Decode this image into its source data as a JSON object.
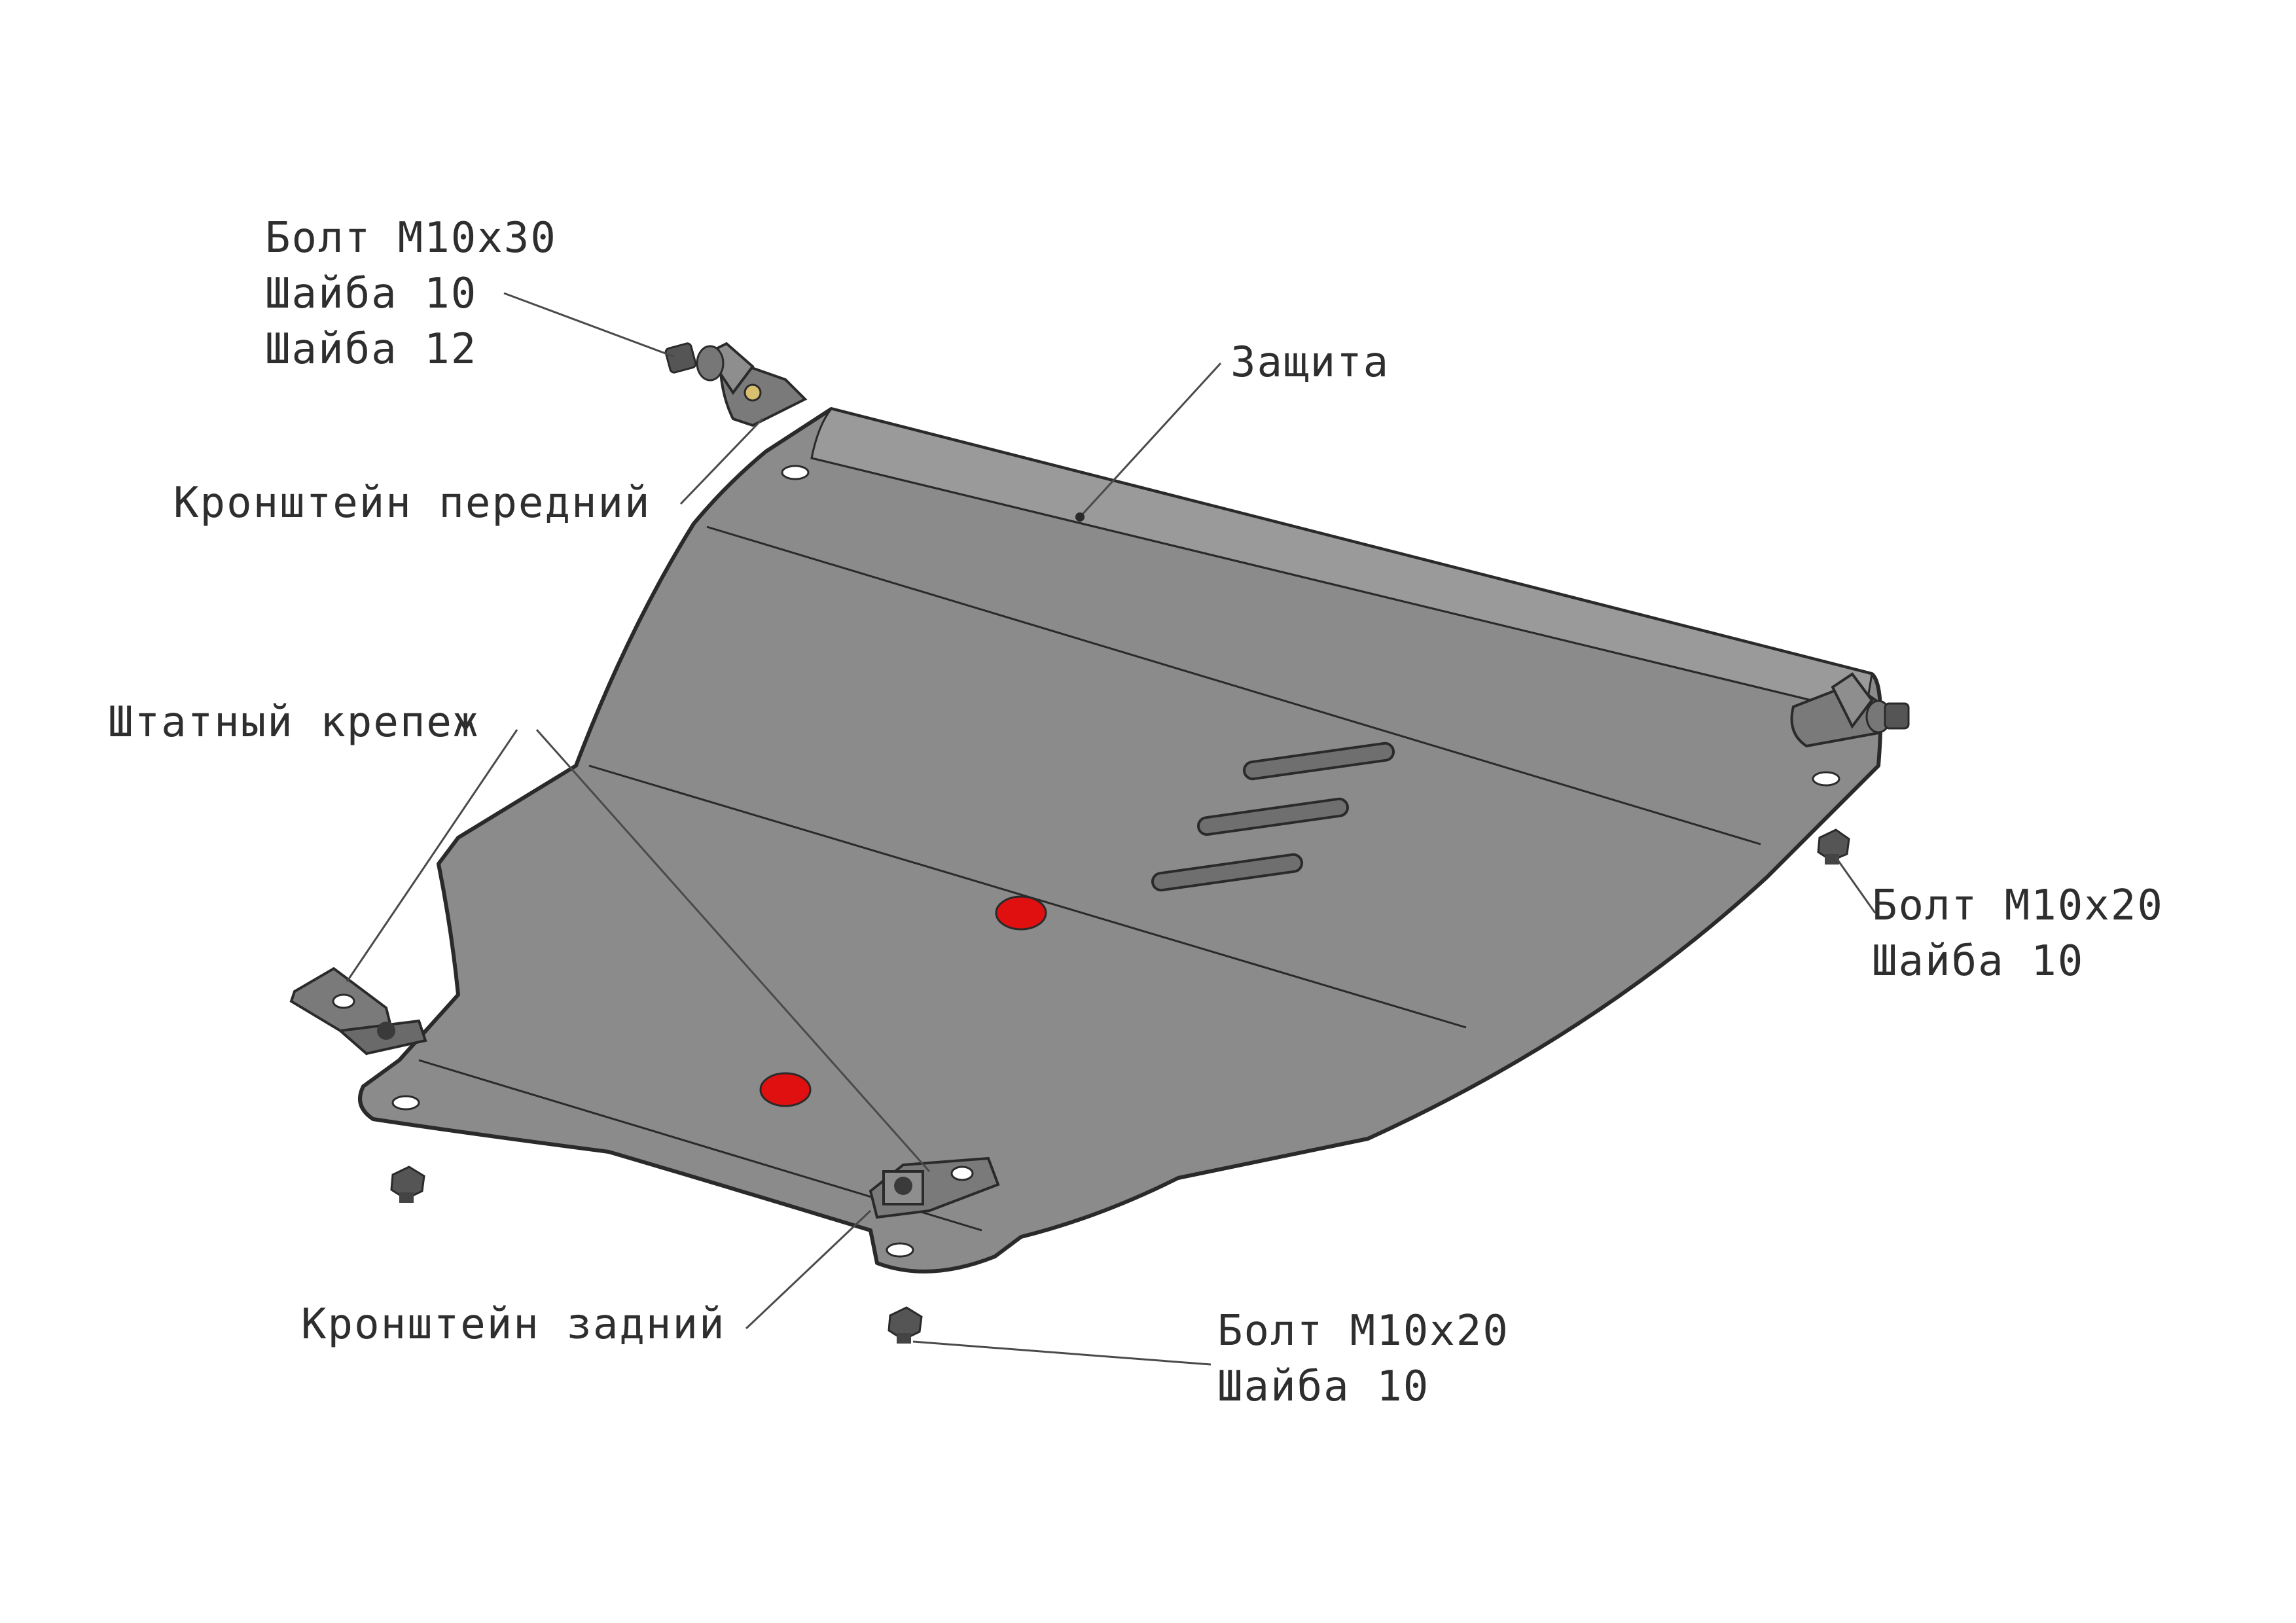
{
  "labels": {
    "bolt_front": [
      "Болт М10х30",
      "Шайба 10",
      "Шайба 12"
    ],
    "bracket_front": "Кронштейн передний",
    "shield": "Защита",
    "stock_fastener": "Штатный крепеж",
    "bolt_right": [
      "Болт М10х20",
      "Шайба 10"
    ],
    "bracket_rear": "Кронштейн задний",
    "bolt_bottom": [
      "Болт М10х20",
      "Шайба 10"
    ]
  },
  "colors": {
    "plate": "#8b8b8b",
    "plate_edge": "#2a2a2a",
    "accent_plugs": "#e01010",
    "text": "#2e2e2e",
    "hardware": "#555555"
  }
}
